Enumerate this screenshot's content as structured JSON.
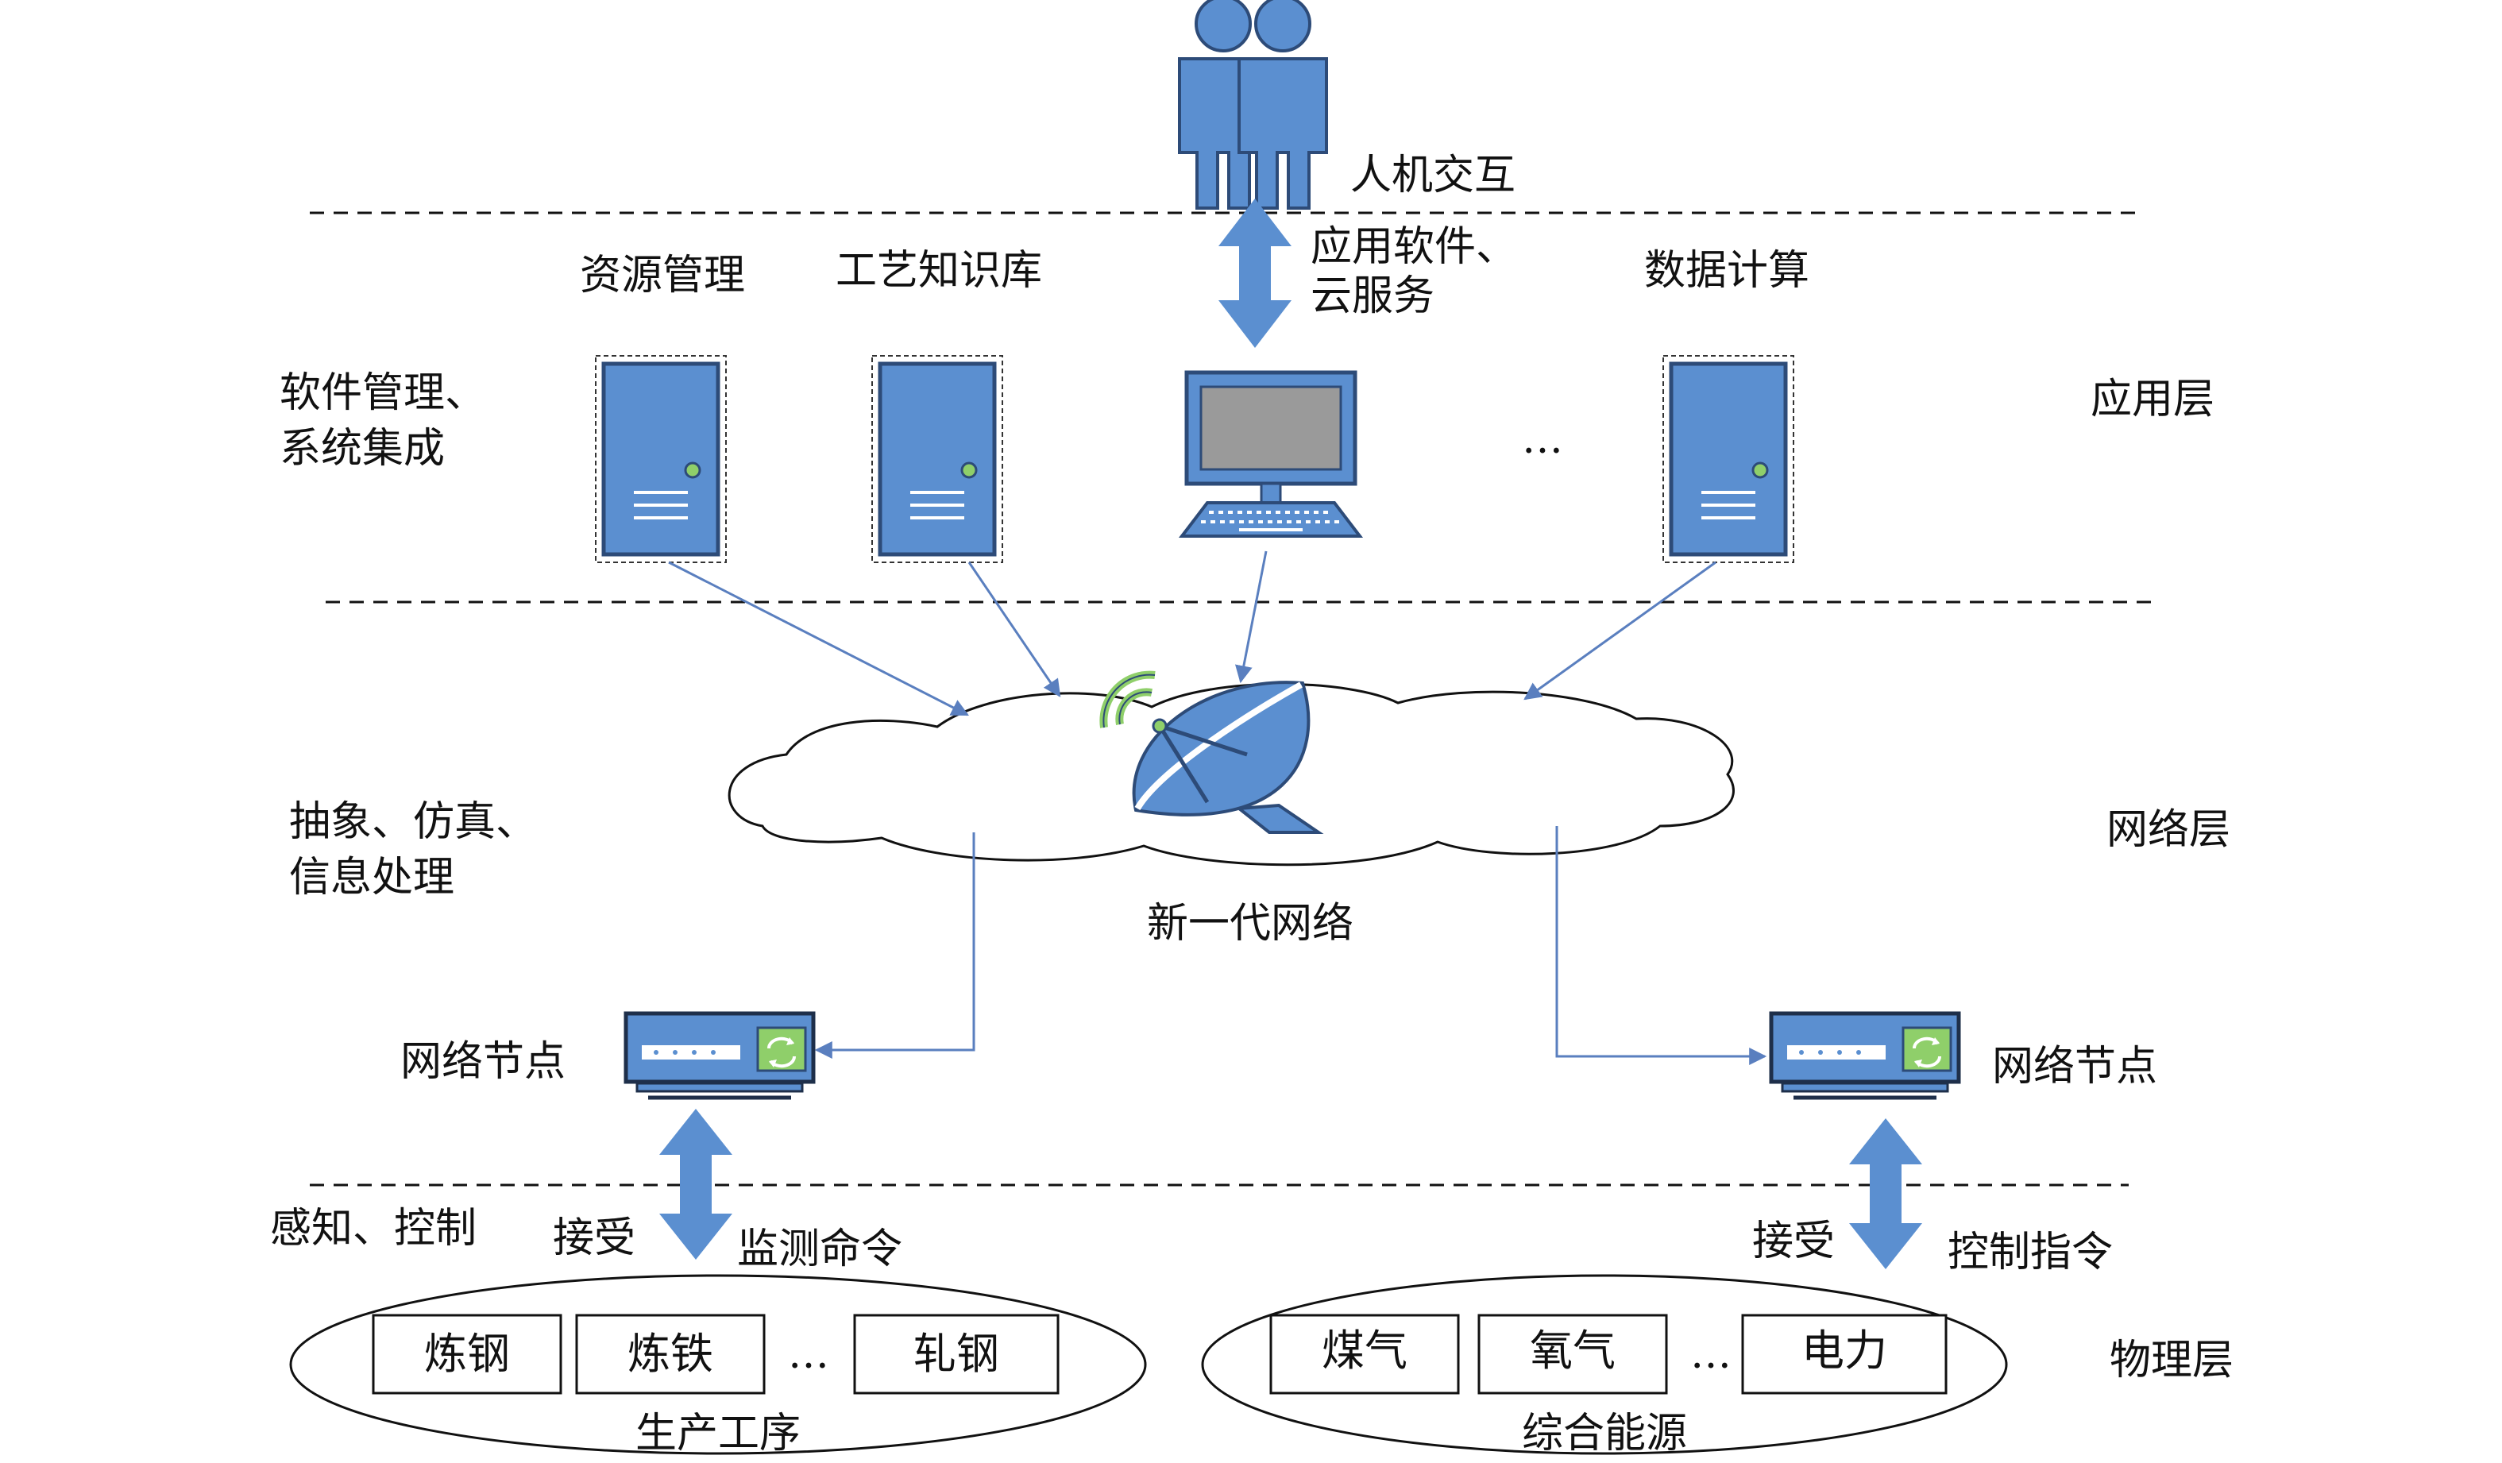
{
  "colors": {
    "accent": "#5b8fd0",
    "accent_dark": "#2d4b78",
    "line": "#111111",
    "arrow": "#5a7fbf",
    "green": "#8fcf6a",
    "screen": "#9a9a9a"
  },
  "layers": {
    "application": "应用层",
    "network": "网络层",
    "physical": "物理层"
  },
  "top": {
    "human_interaction": "人机交互",
    "app_software": "应用软件、\n云服务"
  },
  "application_labels": {
    "resource_mgmt": "资源管理",
    "process_kb": "工艺知识库",
    "data_compute": "数据计算",
    "left_desc": "软件管理、\n系统集成",
    "ellipsis": "…"
  },
  "network": {
    "cloud_label": "新一代网络",
    "left_desc": "抽象、仿真、\n信息处理",
    "node_left": "网络节点",
    "node_right": "网络节点"
  },
  "physical": {
    "left_desc": "感知、控制",
    "receive_left": "接受",
    "monitor_cmd": "监测命令",
    "receive_right": "接受",
    "control_cmd": "控制指令",
    "production": {
      "title": "生产工序",
      "items": [
        "炼钢",
        "炼铁",
        "轧钢"
      ],
      "ellipsis": "…"
    },
    "energy": {
      "title": "综合能源",
      "items": [
        "煤气",
        "氧气",
        "电力"
      ],
      "ellipsis": "…"
    }
  }
}
